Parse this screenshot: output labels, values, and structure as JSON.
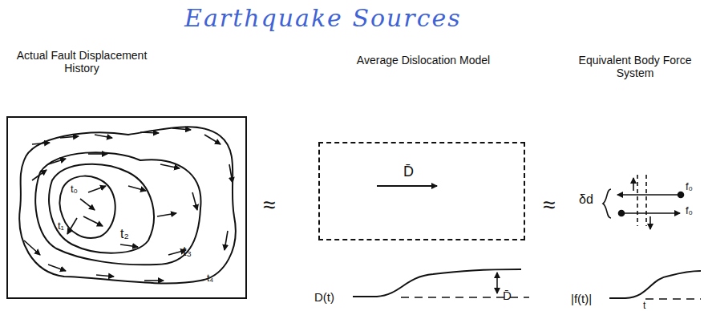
{
  "diagram": {
    "title": "Earthquake Sources",
    "nodes": [
      {
        "text": [
          "Actual Fault Displacement History",
          "t₀",
          "t₁",
          "t₂",
          "t₃",
          "t₄"
        ]
      },
      {
        "text": [
          "Average Dislocation Model",
          "D̄"
        ]
      }
    ],
    "labels": [
      "Equivalent Body Force System",
      "≈",
      "≈",
      "δd",
      "f₀",
      "f₀",
      "D(t)",
      "D̄",
      "|f(t)|",
      "t"
    ]
  }
}
